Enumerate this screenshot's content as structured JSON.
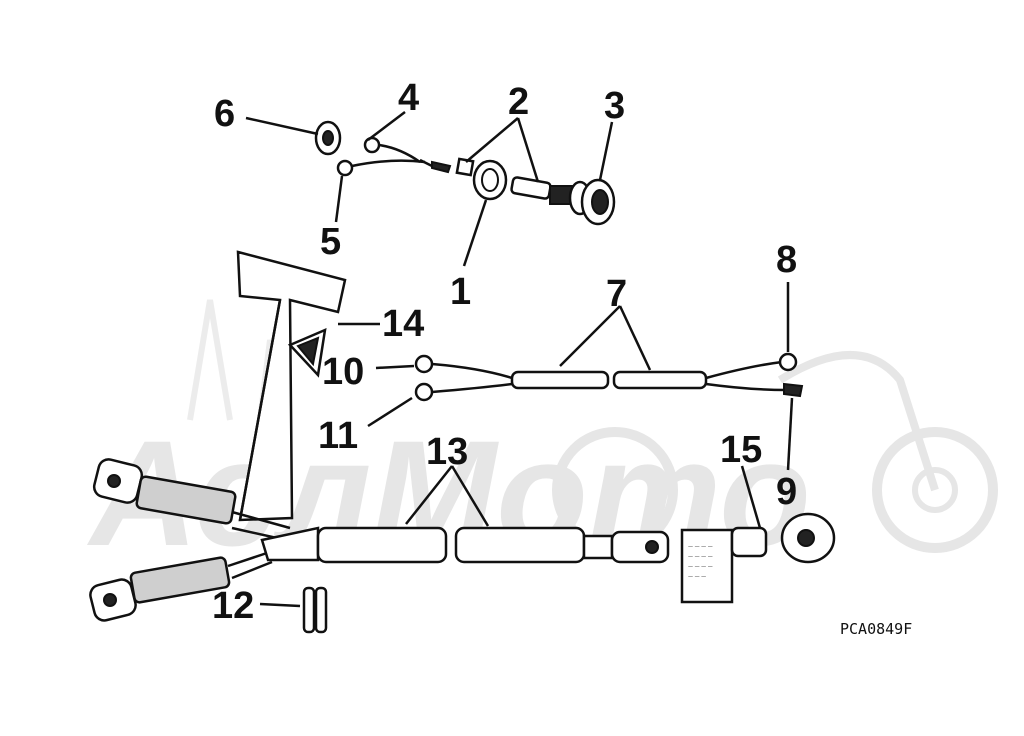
{
  "watermark": "АслМото",
  "figure_code": "PCA0849F",
  "callouts": {
    "c1": "1",
    "c2": "2",
    "c3": "3",
    "c4": "4",
    "c5": "5",
    "c6": "6",
    "c7": "7",
    "c8": "8",
    "c9": "9",
    "c10": "10",
    "c11": "11",
    "c12": "12",
    "c13": "13",
    "c14": "14",
    "c15": "15"
  },
  "colors": {
    "ink": "#111111",
    "watermark": "#e6e6e6",
    "background": "#ffffff"
  }
}
